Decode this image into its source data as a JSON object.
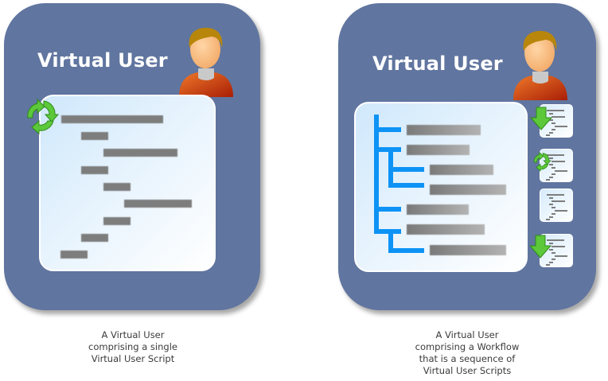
{
  "left_card": {
    "title": "Virtual User",
    "icons": [
      "person-icon",
      "refresh-cycle-icon"
    ],
    "script_lines": [
      {
        "indent": 0,
        "width": 128
      },
      {
        "indent": 25,
        "width": 34
      },
      {
        "indent": 53,
        "width": 93
      },
      {
        "indent": 25,
        "width": 34
      },
      {
        "indent": 53,
        "width": 34
      },
      {
        "indent": 79,
        "width": 85
      },
      {
        "indent": 53,
        "width": 34
      },
      {
        "indent": 25,
        "width": 34
      },
      {
        "indent": 0,
        "width": 34
      }
    ],
    "caption": [
      "A Virtual User",
      "comprising a single",
      "Virtual User Script"
    ]
  },
  "right_card": {
    "title": "Virtual User",
    "icons": [
      "person-icon",
      "workflow-tree-icon"
    ],
    "workflow_steps": [
      {
        "step": 1,
        "icon": "download-arrow-icon"
      },
      {
        "step": 2,
        "icon": "refresh-cycle-icon"
      },
      {
        "step": 3,
        "icon": "none"
      },
      {
        "step": 4,
        "icon": "download-arrow-icon"
      }
    ],
    "caption": [
      "A Virtual User",
      "comprising a Workflow",
      "that is a sequence of",
      "Virtual User Scripts"
    ]
  },
  "colors": {
    "card_bg": "#60759f",
    "tree_blue": "#0d93f5",
    "arrow_green": "#5cc83a",
    "person_shirt": "#d9541a",
    "person_hair": "#b8860b"
  }
}
